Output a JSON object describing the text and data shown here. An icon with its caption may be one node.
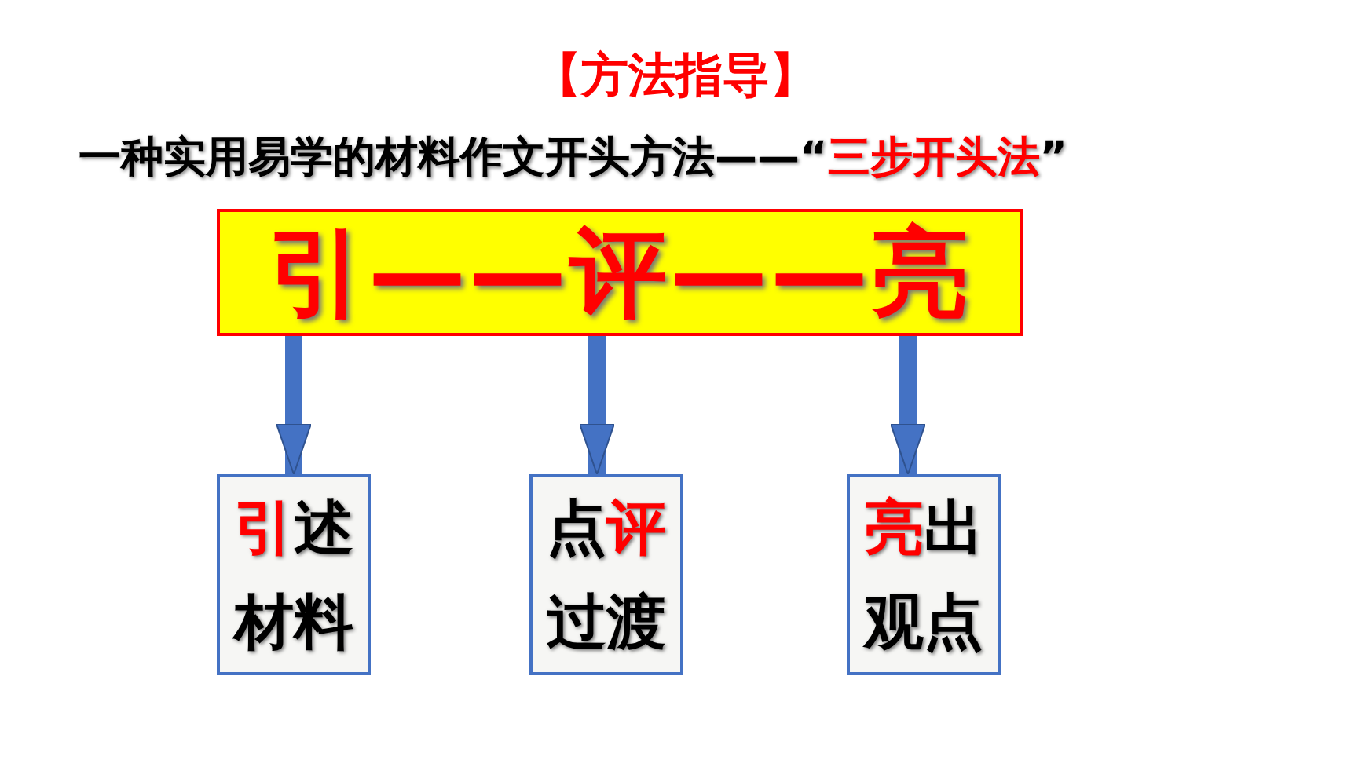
{
  "diagram": {
    "title": "【方法指导】",
    "nodes": [
      {
        "text": [
          "引——评——亮"
        ]
      },
      {
        "text": [
          "**引**述材料"
        ]
      },
      {
        "text": [
          "点**评**过渡"
        ]
      },
      {
        "text": [
          "**亮**出观点"
        ]
      }
    ],
    "edges": [
      {
        "from": 0,
        "to": 1,
        "arrow": "to"
      },
      {
        "from": 0,
        "to": 2,
        "arrow": "to"
      },
      {
        "from": 0,
        "to": 3,
        "arrow": "to"
      }
    ],
    "labels": [
      "一种实用易学的材料作文开头方法——“**三步开头法**”"
    ]
  }
}
